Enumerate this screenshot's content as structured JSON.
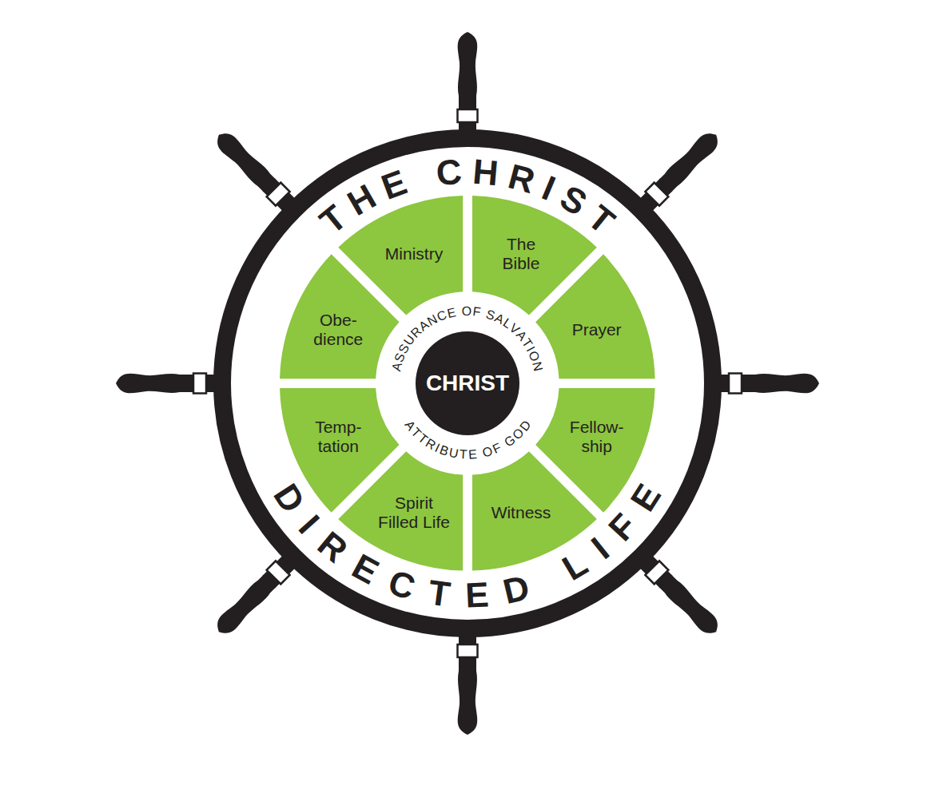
{
  "diagram": {
    "nodes": [
      {
        "text": [
          "THE CHRIST",
          "DIRECTED LIFE"
        ]
      },
      {
        "text": [
          "Ministry"
        ],
        "in": 0
      },
      {
        "text": [
          "The Bible"
        ],
        "in": 0
      },
      {
        "text": [
          "Prayer"
        ],
        "in": 0
      },
      {
        "text": [
          "Fellow- ship"
        ],
        "in": 0
      },
      {
        "text": [
          "Witness"
        ],
        "in": 0
      },
      {
        "text": [
          "Spirit Filled Life"
        ],
        "in": 0
      },
      {
        "text": [
          "Temp- tation"
        ],
        "in": 0
      },
      {
        "text": [
          "Obe- dience"
        ],
        "in": 0
      },
      {
        "text": [
          "CHRIST"
        ],
        "in": 0
      }
    ],
    "labels": [
      "ASSURANCE OF SALVATION",
      "ATTRIBUTE OF GOD"
    ]
  }
}
